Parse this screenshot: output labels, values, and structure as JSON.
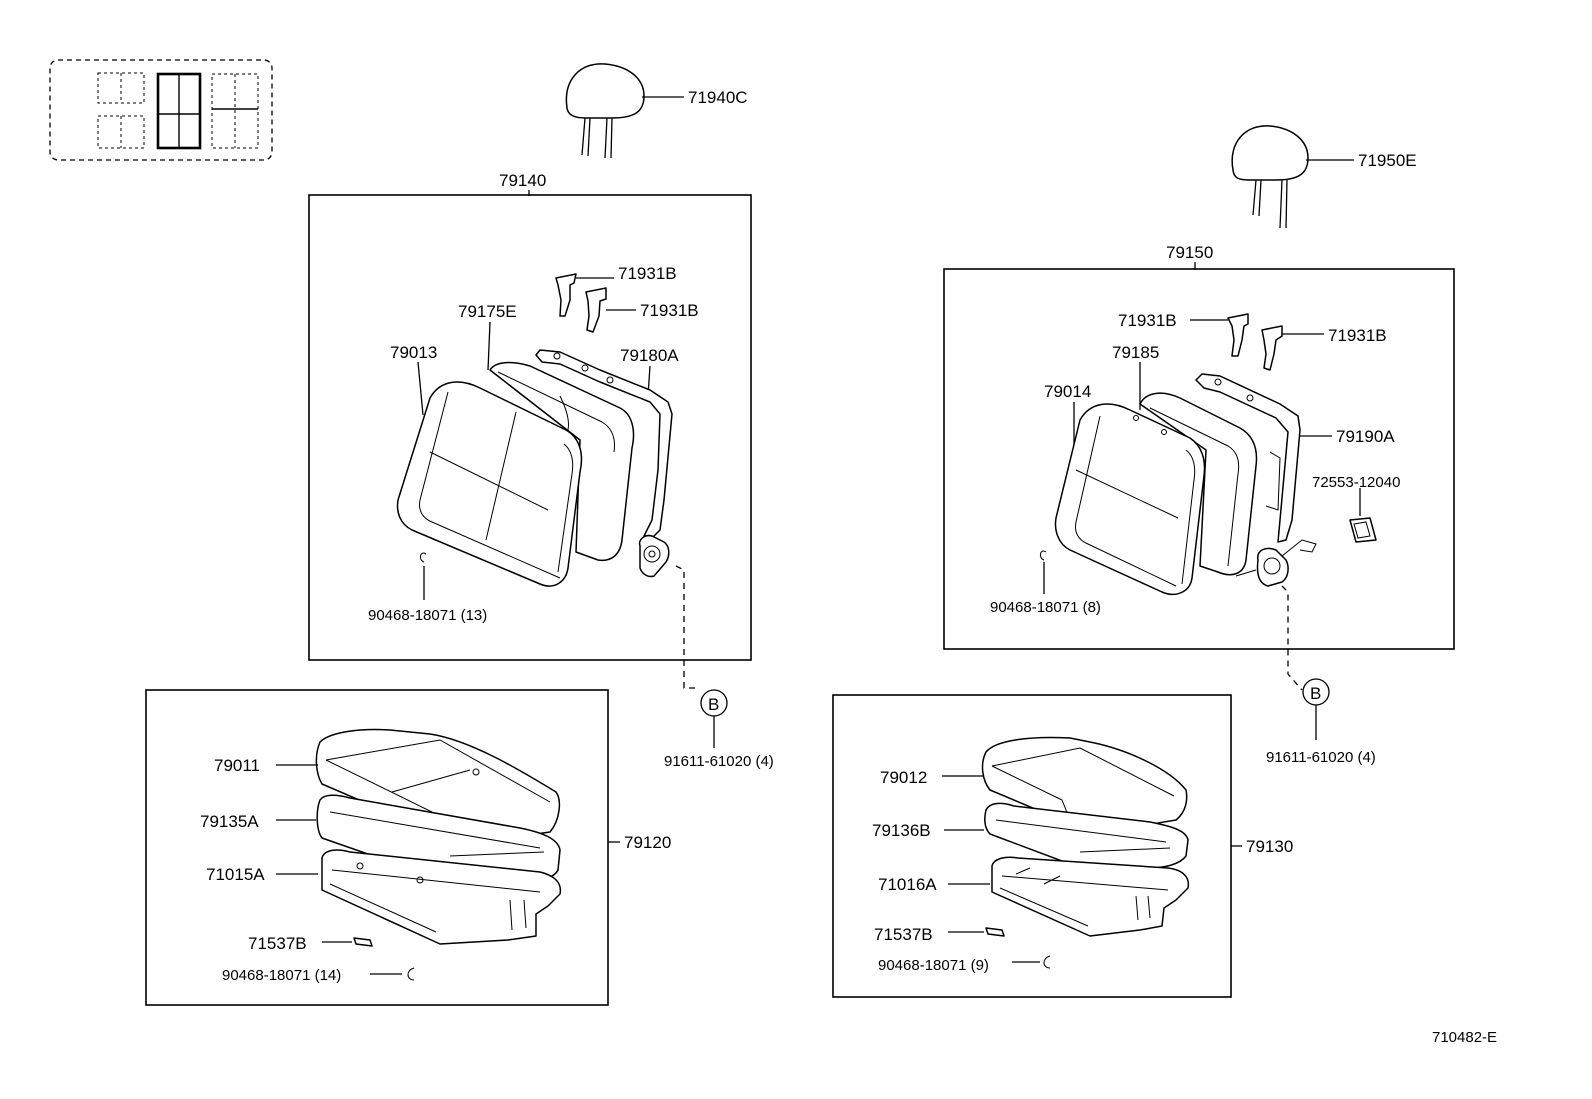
{
  "locator": {
    "title": ""
  },
  "front_left": {
    "headrest": "71940C",
    "back_assembly": "79140",
    "back_parts": {
      "support_1": "71931B",
      "support_2": "71931B",
      "cover": "79175E",
      "pad": "79013",
      "frame": "79180A",
      "hog_ring": "90468-18071 (13)"
    },
    "cushion_assembly": "79120",
    "cushion_parts": {
      "cover": "79011",
      "pad": "79135A",
      "frame": "71015A",
      "pin": "71537B",
      "hog_ring": "90468-18071 (14)"
    },
    "callout": "B",
    "bolt": "91611-61020 (4)"
  },
  "front_right": {
    "headrest": "71950E",
    "back_assembly": "79150",
    "back_parts": {
      "support_1": "71931B",
      "support_2": "71931B",
      "cover": "79185",
      "pad": "79014",
      "frame": "79190A",
      "bezel": "72553-12040",
      "hog_ring": "90468-18071 (8)"
    },
    "cushion_assembly": "79130",
    "cushion_parts": {
      "cover": "79012",
      "pad": "79136B",
      "frame": "71016A",
      "pin": "71537B",
      "hog_ring": "90468-18071 (9)"
    },
    "callout": "B",
    "bolt": "91611-61020 (4)"
  },
  "figure_code": "710482-E"
}
